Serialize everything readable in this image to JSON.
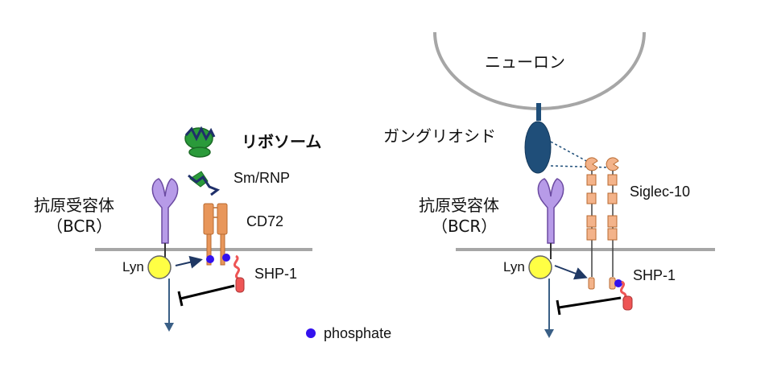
{
  "colors": {
    "membrane": "#a6a6a6",
    "bcr": "#b79be8",
    "bcr_stroke": "#6b4aa1",
    "lyn": "#ffff44",
    "cd72": "#e8965a",
    "siglec": "#f3b38a",
    "phosphate": "#3311ee",
    "shp1": "#ee5555",
    "arrow_blue": "#3a5f86",
    "ribosome_green": "#2a9a3a",
    "ganglioside": "#1f4e79",
    "inhibit": "#000000"
  },
  "left_panel": {
    "ribosome_label": "リボソーム",
    "smrnp_label": "Sm/RNP",
    "bcr_label_line1": "抗原受容体",
    "bcr_label_line2": "（BCR）",
    "cd72_label": "CD72",
    "lyn_label": "Lyn",
    "shp1_label": "SHP-1"
  },
  "right_panel": {
    "neuron_label": "ニューロン",
    "ganglioside_label": "ガングリオシド",
    "bcr_label_line1": "抗原受容体",
    "bcr_label_line2": "（BCR）",
    "siglec_label": "Siglec-10",
    "lyn_label": "Lyn",
    "shp1_label": "SHP-1"
  },
  "legend": {
    "phosphate_label": "phosphate"
  }
}
